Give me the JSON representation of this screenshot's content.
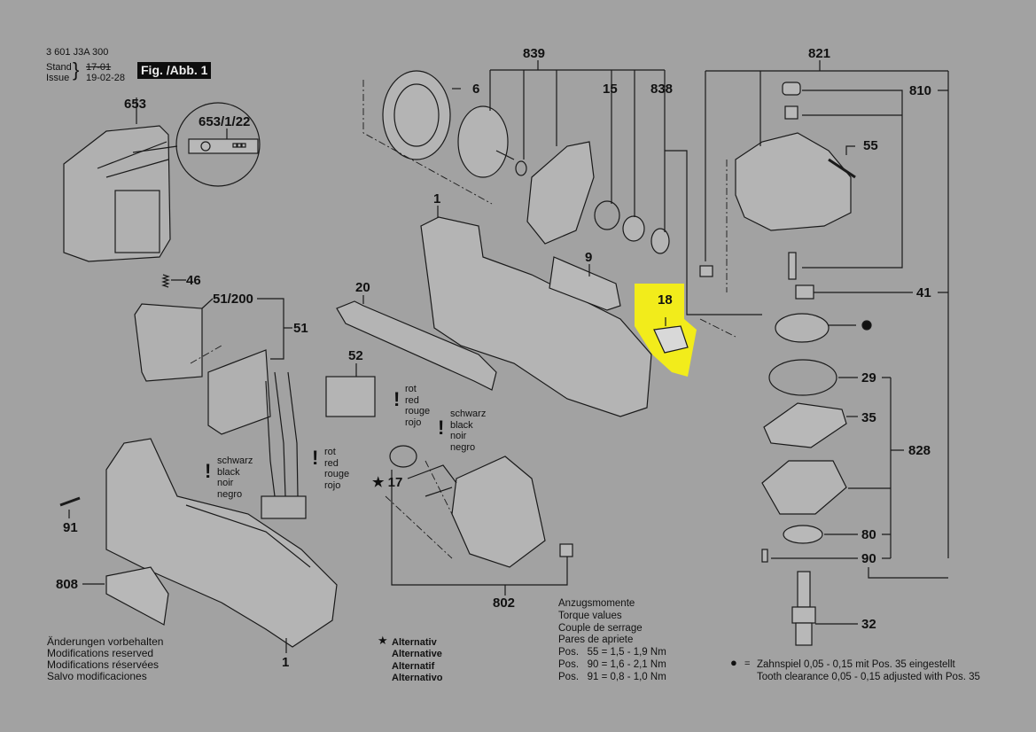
{
  "header": {
    "part_number": "3 601 J3A 300",
    "stand_label": "Stand",
    "issue_label": "Issue",
    "old_date": "17-01",
    "issue_date": "19-02-28",
    "figure_label": "Fig. /Abb. 1"
  },
  "highlight": {
    "part": "18",
    "color": "#f2ec1b"
  },
  "parts": {
    "p653": "653",
    "p653_1_22": "653/1/22",
    "p46": "46",
    "p51_200": "51/200",
    "p51": "51",
    "p91": "91",
    "p808": "808",
    "p1_top": "1",
    "p1_bottom": "1",
    "p20": "20",
    "p52": "52",
    "p9": "9",
    "p6": "6",
    "p839": "839",
    "p15": "15",
    "p838": "838",
    "p18": "18",
    "p17": "17",
    "p802": "802",
    "p821": "821",
    "p810": "810",
    "p55": "55",
    "p41": "41",
    "p29": "29",
    "p35": "35",
    "p828": "828",
    "p80": "80",
    "p90": "90",
    "p32": "32"
  },
  "wire_notes": {
    "red": [
      "rot",
      "red",
      "rouge",
      "rojo"
    ],
    "black": [
      "schwarz",
      "black",
      "noir",
      "negro"
    ],
    "warning_symbol": "!"
  },
  "footer_left": [
    "Änderungen vorbehalten",
    "Modifications reserved",
    "Modifications réservées",
    "Salvo modificaciones"
  ],
  "alternative": {
    "symbol": "★",
    "lines": [
      "Alternativ",
      "Alternative",
      "Alternatif",
      "Alternativo"
    ]
  },
  "torque": {
    "lines": [
      "Anzugsmomente",
      "Torque values",
      "Couple de serrage",
      "Pares de apriete"
    ],
    "values": [
      {
        "pos": "Pos.",
        "text": "55 = 1,5 - 1,9 Nm"
      },
      {
        "pos": "Pos.",
        "text": "90 = 1,6 - 2,1 Nm"
      },
      {
        "pos": "Pos.",
        "text": "91 = 0,8 - 1,0 Nm"
      }
    ]
  },
  "tooth_note": {
    "symbol": "●",
    "eq": "=",
    "line1": "Zahnspiel 0,05 - 0,15 mit Pos. 35 eingestellt",
    "line2": "Tooth clearance 0,05 - 0,15 adjusted with Pos. 35"
  }
}
